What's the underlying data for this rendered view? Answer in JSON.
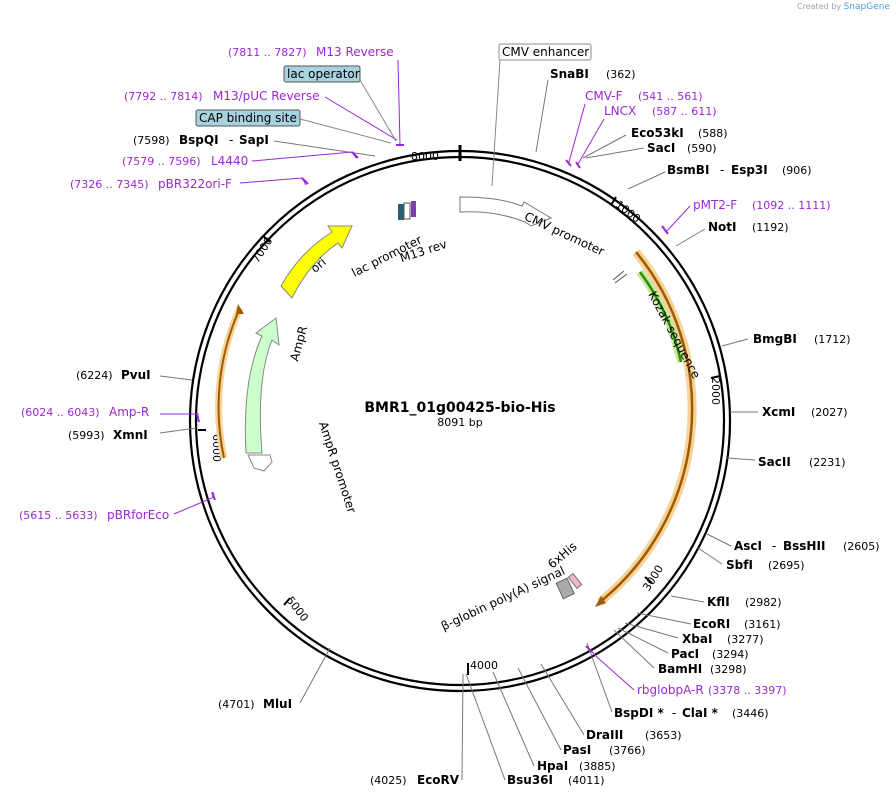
{
  "header": {
    "credit": "Created by",
    "brand": "SnapGene"
  },
  "plasmid": {
    "name": "BMR1_01g00425-bio-His",
    "length_label": "8091 bp",
    "length": 8091
  },
  "ruler": [
    {
      "label": "1000",
      "bp": 1000
    },
    {
      "label": "2000",
      "bp": 2000
    },
    {
      "label": "3000",
      "bp": 3000
    },
    {
      "label": "4000",
      "bp": 4000
    },
    {
      "label": "5000",
      "bp": 5000
    },
    {
      "label": "6000",
      "bp": 6000
    },
    {
      "label": "7000",
      "bp": 7000
    },
    {
      "label": "8000",
      "bp": 8000
    }
  ],
  "enzymes": [
    {
      "name": "SnaBI",
      "pos": "(362)",
      "bp": 362
    },
    {
      "name": "Eco53kI",
      "pos": "(588)",
      "bp": 588
    },
    {
      "name": "SacI",
      "pos": "(590)",
      "bp": 590
    },
    {
      "name": "BsmBI",
      "name2": "Esp3I",
      "pos": "(906)",
      "bp": 906
    },
    {
      "name": "NotI",
      "pos": "(1192)",
      "bp": 1192
    },
    {
      "name": "BmgBI",
      "pos": "(1712)",
      "bp": 1712
    },
    {
      "name": "XcmI",
      "pos": "(2027)",
      "bp": 2027
    },
    {
      "name": "SacII",
      "pos": "(2231)",
      "bp": 2231
    },
    {
      "name": "AscI",
      "name2": "BssHII",
      "pos": "(2605)",
      "bp": 2605
    },
    {
      "name": "SbfI",
      "pos": "(2695)",
      "bp": 2695
    },
    {
      "name": "KflI",
      "pos": "(2982)",
      "bp": 2982
    },
    {
      "name": "EcoRI",
      "pos": "(3161)",
      "bp": 3161
    },
    {
      "name": "XbaI",
      "pos": "(3277)",
      "bp": 3277
    },
    {
      "name": "PacI",
      "pos": "(3294)",
      "bp": 3294
    },
    {
      "name": "BamHI",
      "pos": "(3298)",
      "bp": 3298
    },
    {
      "name": "BspDI *",
      "name2": "ClaI *",
      "pos": "(3446)",
      "bp": 3446
    },
    {
      "name": "DraIII",
      "pos": "(3653)",
      "bp": 3653
    },
    {
      "name": "PasI",
      "pos": "(3766)",
      "bp": 3766
    },
    {
      "name": "HpaI",
      "pos": "(3885)",
      "bp": 3885
    },
    {
      "name": "Bsu36I",
      "pos": "(4011)",
      "bp": 4011
    },
    {
      "name": "EcoRV",
      "pos": "(4025)",
      "bp": 4025
    },
    {
      "name": "MluI",
      "pos": "(4701)",
      "bp": 4701
    },
    {
      "name": "XmnI",
      "pos": "(5993)",
      "bp": 5993
    },
    {
      "name": "PvuI",
      "pos": "(6224)",
      "bp": 6224
    },
    {
      "name": "BspQI",
      "name2": "SapI",
      "pos": "(7598)",
      "bp": 7598
    }
  ],
  "primers": [
    {
      "name": "M13 Reverse",
      "range": "(7811 .. 7827)",
      "bp": 7819
    },
    {
      "name": "M13/pUC Reverse",
      "range": "(7792 .. 7814)",
      "bp": 7803
    },
    {
      "name": "L4440",
      "range": "(7579 .. 7596)",
      "bp": 7587
    },
    {
      "name": "pBR322ori-F",
      "range": "(7326 .. 7345)",
      "bp": 7335
    },
    {
      "name": "Amp-R",
      "range": "(6024 .. 6043)",
      "bp": 6033
    },
    {
      "name": "pBRforEco",
      "range": "(5615 .. 5633)",
      "bp": 5624
    },
    {
      "name": "CMV-F",
      "range": "(541 .. 561)",
      "bp": 551
    },
    {
      "name": "LNCX",
      "range": "(587 .. 611)",
      "bp": 599
    },
    {
      "name": "pMT2-F",
      "range": "(1092 .. 1111)",
      "bp": 1101
    },
    {
      "name": "rbglobpA-R",
      "range": "(3378 .. 3397)",
      "bp": 3387
    }
  ],
  "boxed_features": [
    {
      "name": "CMV enhancer"
    },
    {
      "name": "lac operator"
    },
    {
      "name": "CAP binding site"
    }
  ],
  "features": [
    {
      "name": "CMV promoter"
    },
    {
      "name": "Kozak sequence"
    },
    {
      "name": "6xHis"
    },
    {
      "name": "β-globin poly(A) signal"
    },
    {
      "name": "ori"
    },
    {
      "name": "AmpR"
    },
    {
      "name": "AmpR promoter"
    },
    {
      "name": "lac promoter"
    },
    {
      "name": "M13 rev"
    }
  ],
  "colors": {
    "enzyme": "#000000",
    "primer": "#9c27d6",
    "ori": "#ffff00",
    "ampr": "#ccffcc",
    "orange": "#f0b040",
    "green_arrow": "#2e8b00",
    "boxed": "#a9d2e0"
  }
}
